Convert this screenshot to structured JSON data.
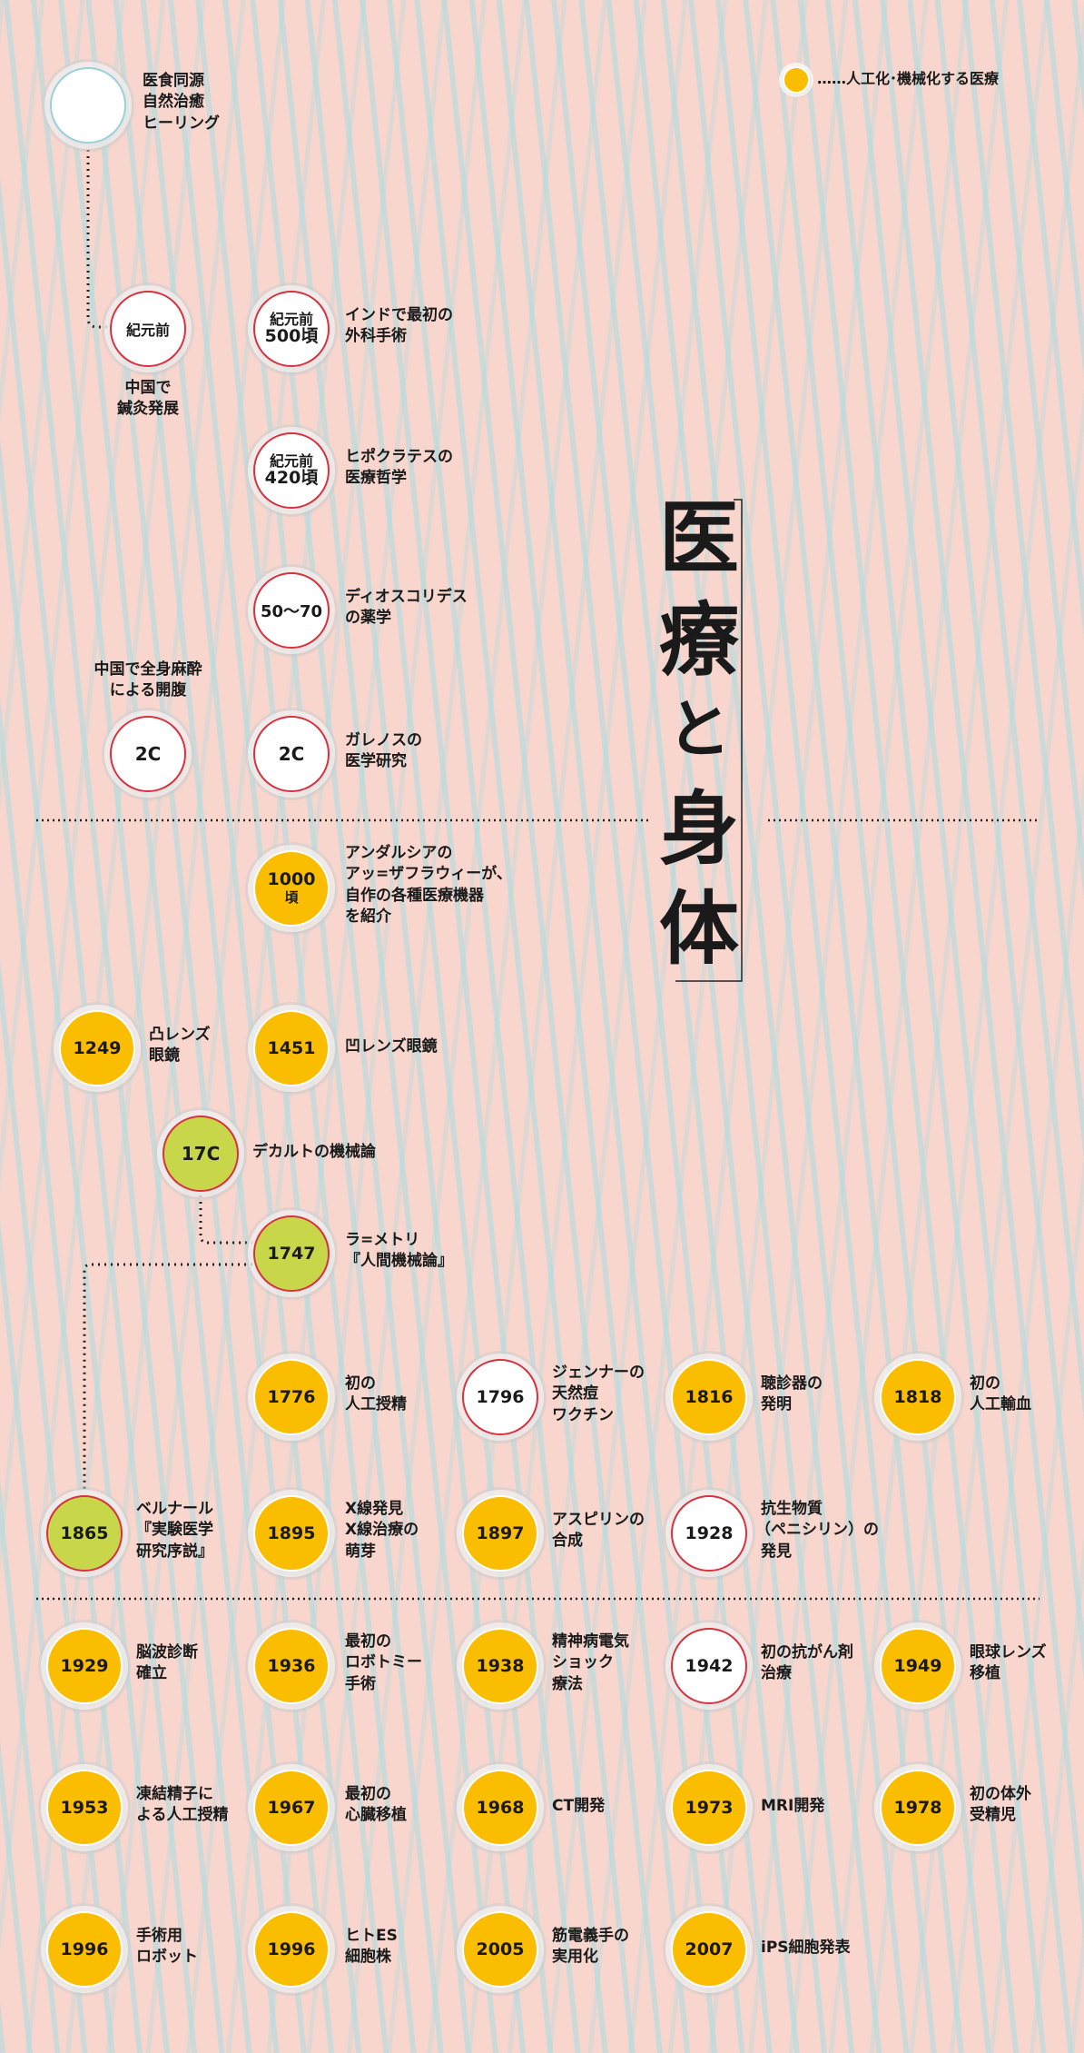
{
  "legend": {
    "label": "……人工化･機械化する医療",
    "marker_color": "#fbbd00"
  },
  "title": {
    "chars": [
      "医",
      "療",
      "と",
      "身",
      "体"
    ]
  },
  "colors": {
    "yellow": "#fbbd00",
    "green": "#c8d64a",
    "red_ring": "#d8323f",
    "white": "#ffffff",
    "background": "#f8d6cd",
    "stripe": "#aadce2"
  },
  "nodes": [
    {
      "id": "origin",
      "style": "plain",
      "year": [],
      "desc": [
        "医食同源",
        "自然治癒",
        "ヒーリング"
      ]
    },
    {
      "id": "bc-china",
      "style": "white",
      "year": [
        "紀元前"
      ],
      "desc": [
        "中国で",
        "鍼灸発展"
      ]
    },
    {
      "id": "bc500",
      "style": "white",
      "year": [
        "紀元前",
        "500頃"
      ],
      "desc": [
        "インドで最初の",
        "外科手術"
      ]
    },
    {
      "id": "bc420",
      "style": "white",
      "year": [
        "紀元前",
        "420頃"
      ],
      "desc": [
        "ヒポクラテスの",
        "医療哲学"
      ]
    },
    {
      "id": "y50",
      "style": "white",
      "year": [
        "50〜70"
      ],
      "desc": [
        "ディオスコリデス",
        "の薬学"
      ]
    },
    {
      "id": "c2a",
      "style": "white",
      "year": [
        "2C"
      ],
      "desc": [
        "中国で全身麻酔",
        "による開腹"
      ]
    },
    {
      "id": "c2b",
      "style": "white",
      "year": [
        "2C"
      ],
      "desc": [
        "ガレノスの",
        "医学研究"
      ]
    },
    {
      "id": "y1000",
      "style": "yellow",
      "year": [
        "1000",
        "頃"
      ],
      "desc": [
        "アンダルシアの",
        "アッ=ザフラウィーが、",
        "自作の各種医療機器",
        "を紹介"
      ]
    },
    {
      "id": "y1249",
      "style": "yellow",
      "year": [
        "1249"
      ],
      "desc": [
        "凸レンズ",
        "眼鏡"
      ]
    },
    {
      "id": "y1451",
      "style": "yellow",
      "year": [
        "1451"
      ],
      "desc": [
        "凹レンズ眼鏡"
      ]
    },
    {
      "id": "c17",
      "style": "green",
      "year": [
        "17C"
      ],
      "desc": [
        "デカルトの機械論"
      ]
    },
    {
      "id": "y1747",
      "style": "green",
      "year": [
        "1747"
      ],
      "desc": [
        "ラ=メトリ",
        "『人間機械論』"
      ]
    },
    {
      "id": "y1776",
      "style": "yellow",
      "year": [
        "1776"
      ],
      "desc": [
        "初の",
        "人工授精"
      ]
    },
    {
      "id": "y1796",
      "style": "white",
      "year": [
        "1796"
      ],
      "desc": [
        "ジェンナーの",
        "天然痘",
        "ワクチン"
      ]
    },
    {
      "id": "y1816",
      "style": "yellow",
      "year": [
        "1816"
      ],
      "desc": [
        "聴診器の",
        "発明"
      ]
    },
    {
      "id": "y1818",
      "style": "yellow",
      "year": [
        "1818"
      ],
      "desc": [
        "初の",
        "人工輸血"
      ]
    },
    {
      "id": "y1865",
      "style": "green",
      "year": [
        "1865"
      ],
      "desc": [
        "ベルナール",
        "『実験医学",
        "研究序説』"
      ]
    },
    {
      "id": "y1895",
      "style": "yellow",
      "year": [
        "1895"
      ],
      "desc": [
        "X線発見",
        "X線治療の",
        "萌芽"
      ]
    },
    {
      "id": "y1897",
      "style": "yellow",
      "year": [
        "1897"
      ],
      "desc": [
        "アスピリンの",
        "合成"
      ]
    },
    {
      "id": "y1928",
      "style": "white",
      "year": [
        "1928"
      ],
      "desc": [
        "抗生物質",
        "（ペニシリン）の",
        "発見"
      ]
    },
    {
      "id": "y1929",
      "style": "yellow",
      "year": [
        "1929"
      ],
      "desc": [
        "脳波診断",
        "確立"
      ]
    },
    {
      "id": "y1936",
      "style": "yellow",
      "year": [
        "1936"
      ],
      "desc": [
        "最初の",
        "ロボトミー",
        "手術"
      ]
    },
    {
      "id": "y1938",
      "style": "yellow",
      "year": [
        "1938"
      ],
      "desc": [
        "精神病電気",
        "ショック",
        "療法"
      ]
    },
    {
      "id": "y1942",
      "style": "white",
      "year": [
        "1942"
      ],
      "desc": [
        "初の抗がん剤",
        "治療"
      ]
    },
    {
      "id": "y1949",
      "style": "yellow",
      "year": [
        "1949"
      ],
      "desc": [
        "眼球レンズ",
        "移植"
      ]
    },
    {
      "id": "y1953",
      "style": "yellow",
      "year": [
        "1953"
      ],
      "desc": [
        "凍結精子に",
        "よる人工授精"
      ]
    },
    {
      "id": "y1967",
      "style": "yellow",
      "year": [
        "1967"
      ],
      "desc": [
        "最初の",
        "心臓移植"
      ]
    },
    {
      "id": "y1968",
      "style": "yellow",
      "year": [
        "1968"
      ],
      "desc": [
        "CT開発"
      ]
    },
    {
      "id": "y1973",
      "style": "yellow",
      "year": [
        "1973"
      ],
      "desc": [
        "MRI開発"
      ]
    },
    {
      "id": "y1978",
      "style": "yellow",
      "year": [
        "1978"
      ],
      "desc": [
        "初の体外",
        "受精児"
      ]
    },
    {
      "id": "y1996a",
      "style": "yellow",
      "year": [
        "1996"
      ],
      "desc": [
        "手術用",
        "ロボット"
      ]
    },
    {
      "id": "y1996b",
      "style": "yellow",
      "year": [
        "1996"
      ],
      "desc": [
        "ヒトES",
        "細胞株"
      ]
    },
    {
      "id": "y2005",
      "style": "yellow",
      "year": [
        "2005"
      ],
      "desc": [
        "筋電義手の",
        "実用化"
      ]
    },
    {
      "id": "y2007",
      "style": "yellow",
      "year": [
        "2007"
      ],
      "desc": [
        "iPS細胞発表"
      ]
    }
  ]
}
